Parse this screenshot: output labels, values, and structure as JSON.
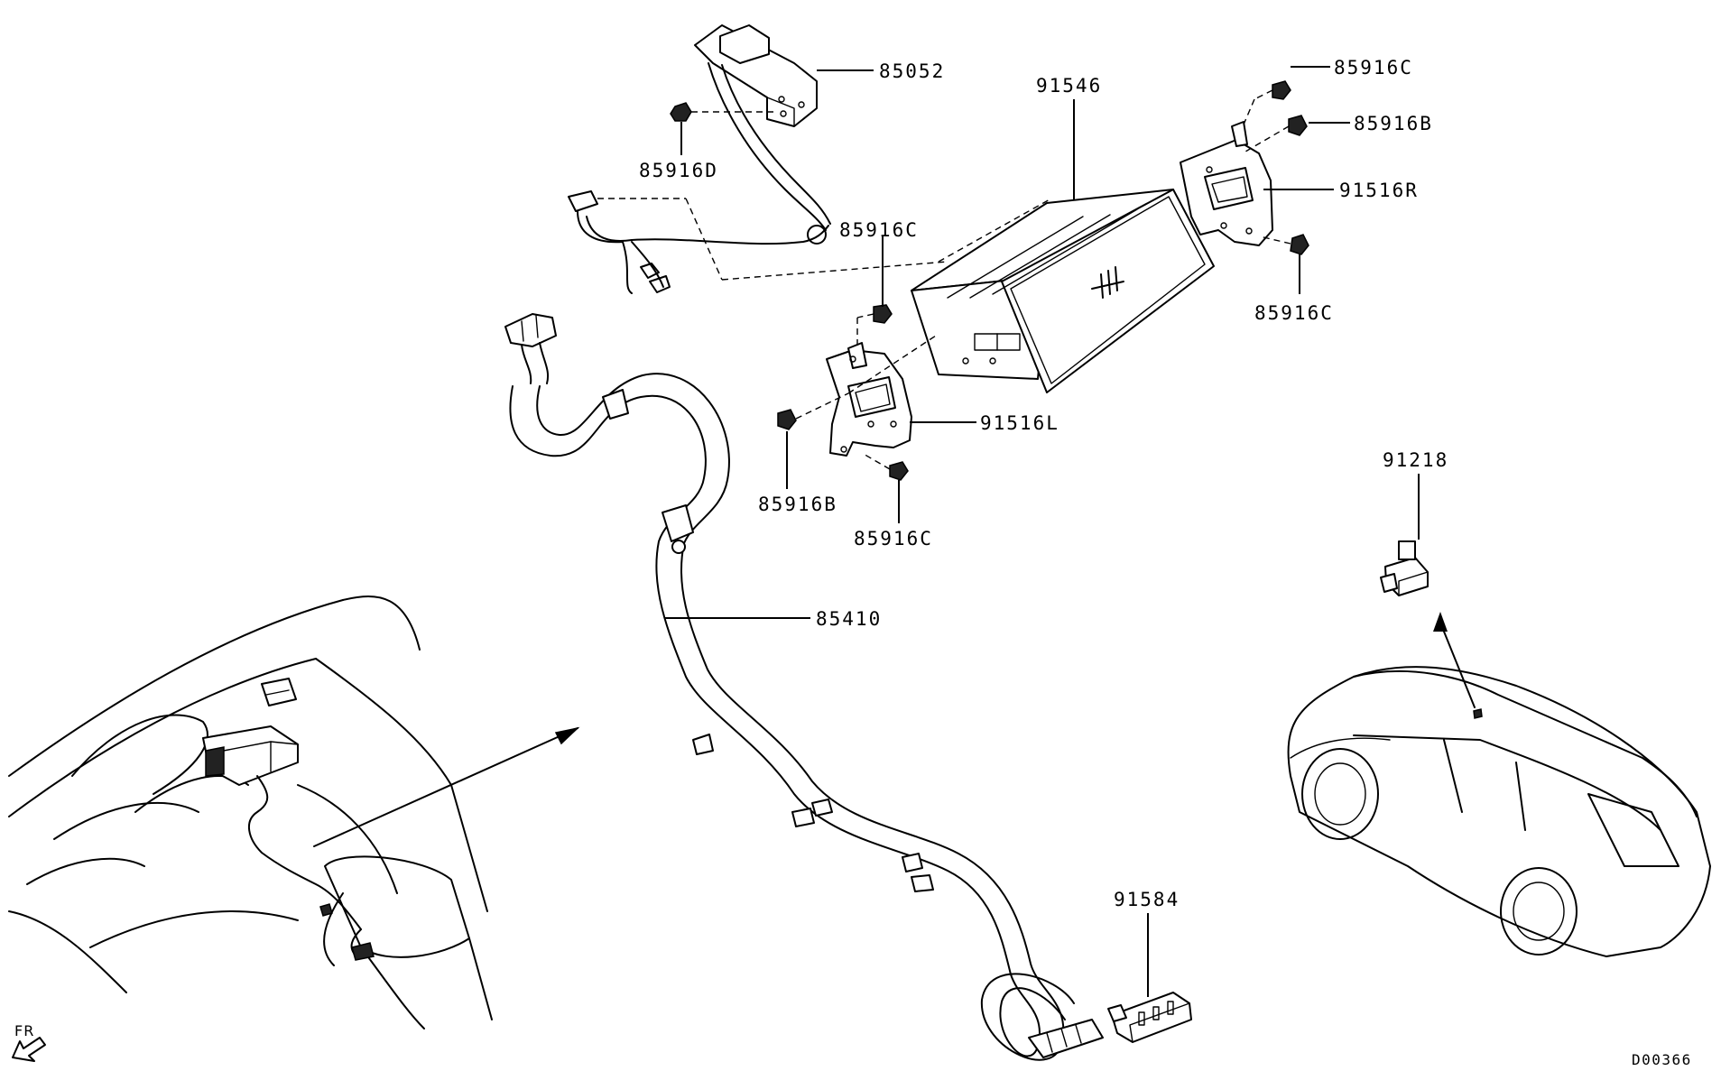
{
  "labels": {
    "p85052": "85052",
    "p85916D": "85916D",
    "p91546": "91546",
    "p85916C_top": "85916C",
    "p85916B_top": "85916B",
    "p91516R": "91516R",
    "p85916C_right": "85916C",
    "p85916C_mid": "85916C",
    "p91516L": "91516L",
    "p85916B_left": "85916B",
    "p85916C_bottom": "85916C",
    "p85410": "85410",
    "p91218": "91218",
    "p91584": "91584"
  },
  "direction_marker": "FR",
  "diagram_code": "D00366"
}
